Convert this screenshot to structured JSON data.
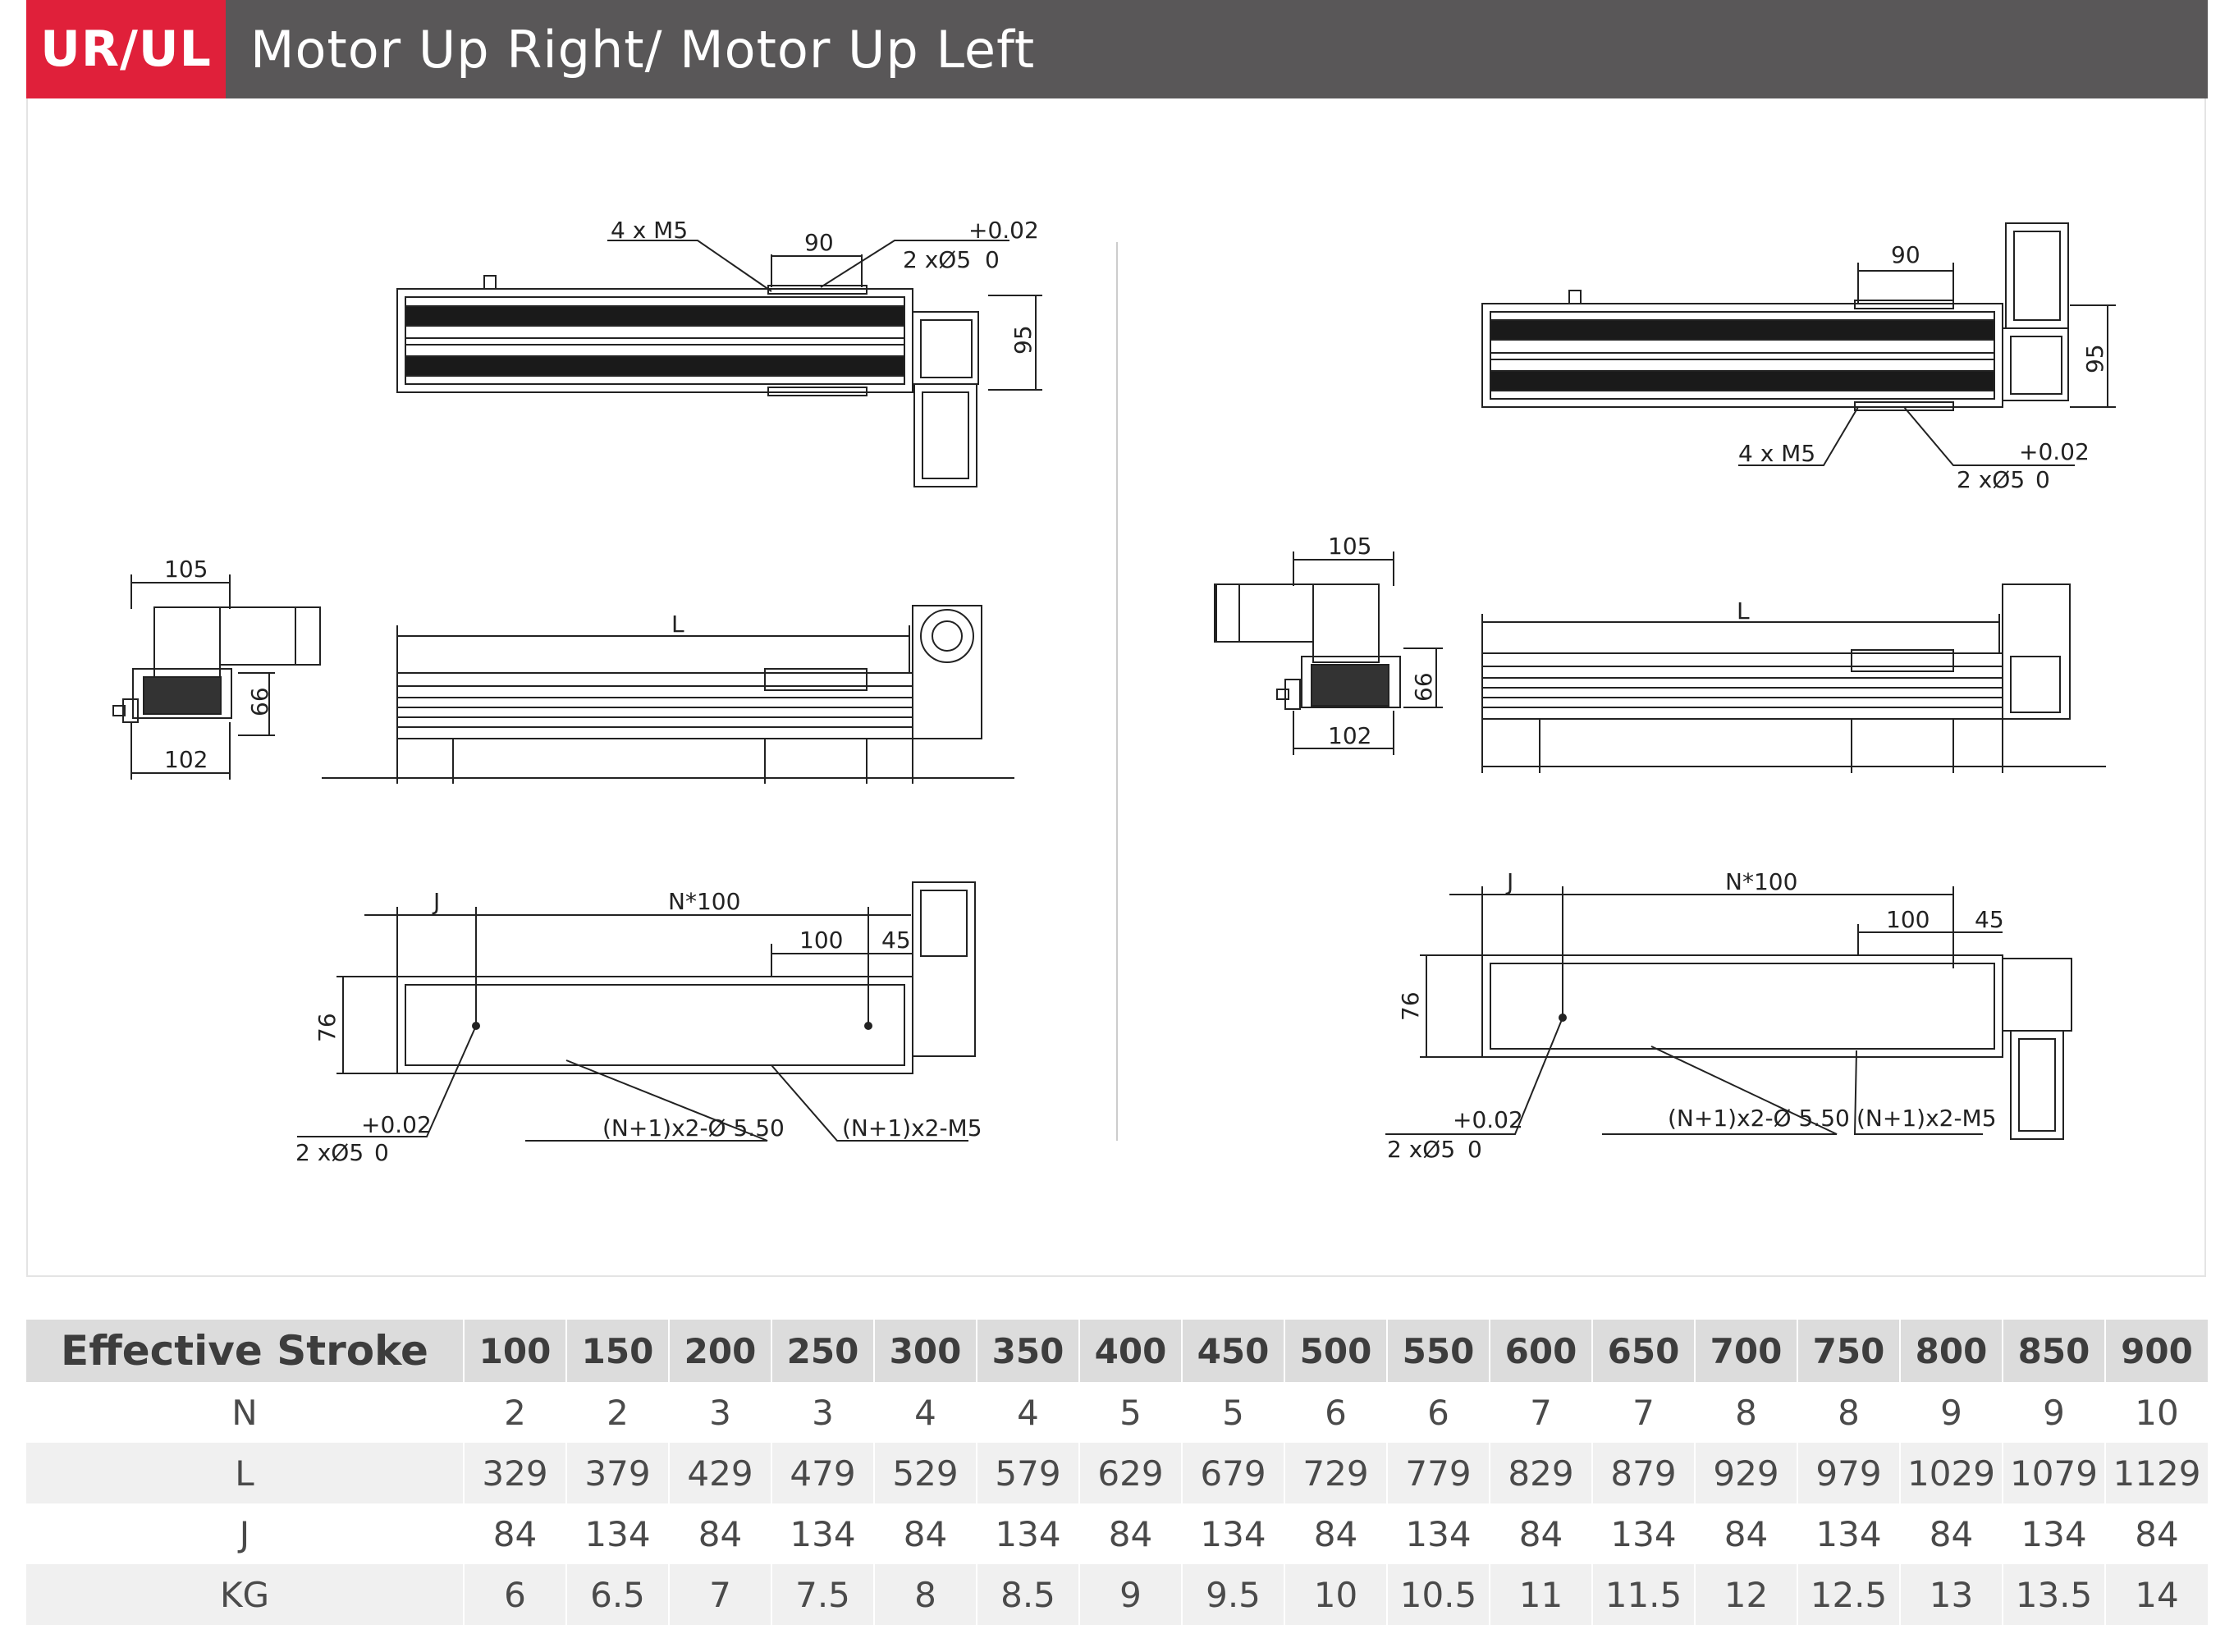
{
  "header": {
    "badge": "UR/UL",
    "title": "Motor Up Right/ Motor Up Left"
  },
  "drawing_labels": {
    "m5_4x": "4 x M5",
    "d90": "90",
    "tol": "+0.02",
    "hole2": "2 xØ5",
    "zero": "0",
    "d95": "95",
    "d105": "105",
    "d102": "102",
    "d66": "66",
    "L": "L",
    "J": "J",
    "N100": "N*100",
    "d100": "100",
    "d45": "45",
    "d76": "76",
    "holes_55": "(N+1)x2-Ø 5.50",
    "holes_m5": "(N+1)x2-M5"
  },
  "colors": {
    "header_bg": "#595758",
    "badge_bg": "#e0203a",
    "table_head_bg": "#dcdcdc",
    "table_shade_bg": "#f0f0f0"
  },
  "table": {
    "header_label": "Effective Stroke",
    "strokes": [
      "100",
      "150",
      "200",
      "250",
      "300",
      "350",
      "400",
      "450",
      "500",
      "550",
      "600",
      "650",
      "700",
      "750",
      "800",
      "850",
      "900"
    ],
    "rows": [
      {
        "label": "N",
        "values": [
          "2",
          "2",
          "3",
          "3",
          "4",
          "4",
          "5",
          "5",
          "6",
          "6",
          "7",
          "7",
          "8",
          "8",
          "9",
          "9",
          "10"
        ]
      },
      {
        "label": "L",
        "values": [
          "329",
          "379",
          "429",
          "479",
          "529",
          "579",
          "629",
          "679",
          "729",
          "779",
          "829",
          "879",
          "929",
          "979",
          "1029",
          "1079",
          "1129"
        ]
      },
      {
        "label": "J",
        "values": [
          "84",
          "134",
          "84",
          "134",
          "84",
          "134",
          "84",
          "134",
          "84",
          "134",
          "84",
          "134",
          "84",
          "134",
          "84",
          "134",
          "84"
        ]
      },
      {
        "label": "KG",
        "values": [
          "6",
          "6.5",
          "7",
          "7.5",
          "8",
          "8.5",
          "9",
          "9.5",
          "10",
          "10.5",
          "11",
          "11.5",
          "12",
          "12.5",
          "13",
          "13.5",
          "14"
        ]
      }
    ]
  }
}
